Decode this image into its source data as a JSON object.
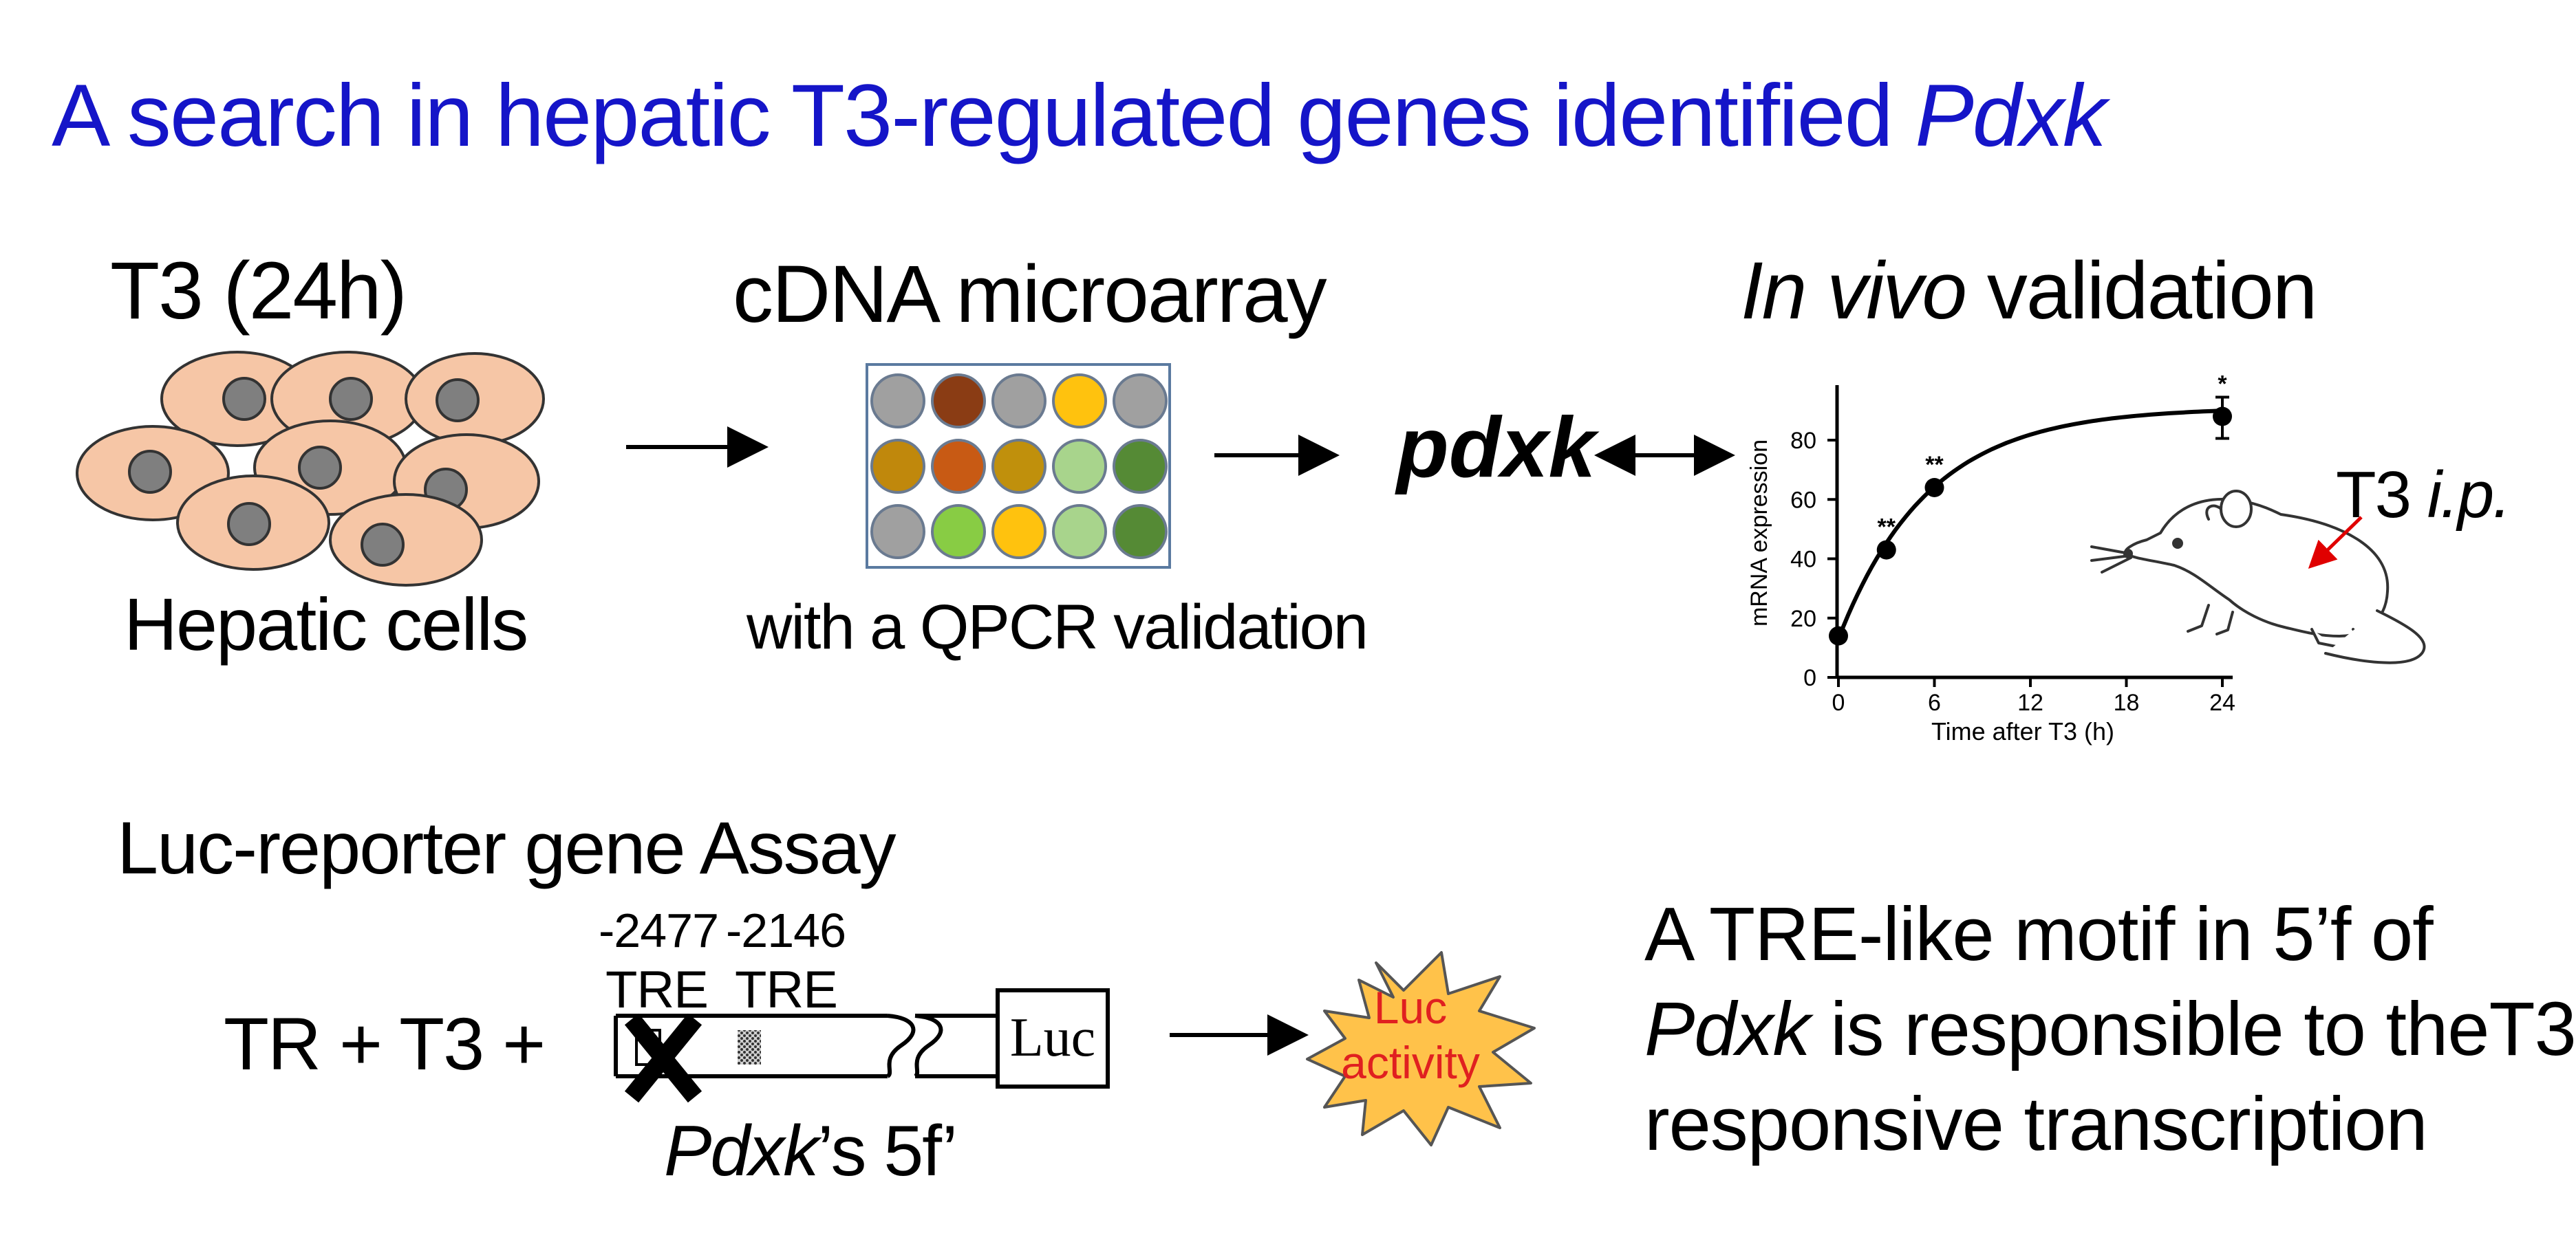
{
  "title": {
    "main": "A search in hepatic T3-regulated genes identified ",
    "gene": "Pdxk"
  },
  "steps": {
    "treatment": "T3 (24h)",
    "cells_label": "Hepatic cells",
    "microarray": "cDNA microarray",
    "qpcr": "with a QPCR validation",
    "gene": "pdxk",
    "invivo_italic": "In vivo",
    "invivo_rest": " validation"
  },
  "array_colors": [
    [
      "#a0a0a0",
      "#8a3c14",
      "#a0a0a0",
      "#ffc20e",
      "#a0a0a0"
    ],
    [
      "#c0880c",
      "#c85a14",
      "#c0900c",
      "#a8d48c",
      "#558a35"
    ],
    [
      "#a0a0a0",
      "#88cc44",
      "#ffc20e",
      "#a8d48c",
      "#558a35"
    ]
  ],
  "chart_data": {
    "type": "line",
    "xlabel": "Time after T3 (h)",
    "ylabel": "mRNA expression",
    "xlim": [
      0,
      24
    ],
    "ylim": [
      0,
      80
    ],
    "xticks": [
      "0",
      "6",
      "12",
      "18",
      "24"
    ],
    "yticks": [
      "0",
      "20",
      "40",
      "60",
      "80"
    ],
    "points": [
      {
        "x": 0,
        "y": 14,
        "label": ""
      },
      {
        "x": 3,
        "y": 43,
        "label": "**"
      },
      {
        "x": 6,
        "y": 64,
        "label": "**"
      },
      {
        "x": 24,
        "y": 88,
        "label": "*"
      }
    ]
  },
  "mouse_label": {
    "plain": "T3 ",
    "italic": "i.p."
  },
  "assay": {
    "heading": "Luc-reporter gene Assay",
    "equation": "TR + T3 +",
    "pos1": "-2477",
    "pos2": "-2146",
    "tre1": "TRE",
    "tre2": "TRE",
    "luc_box": "Luc",
    "promoter_gene": "Pdxk",
    "promoter_suffix": "’s 5f’",
    "burst_line1": "Luc",
    "burst_line2": "activity"
  },
  "conclusion": {
    "line1": "A TRE-like motif in 5’f of",
    "line2_italic": "Pdxk",
    "line2_rest": " is responsible to theT3",
    "line3": "responsive transcription"
  },
  "colors": {
    "title": "#1515c8",
    "cell": "#f6c6a6",
    "nucleus": "#7f7f7f",
    "burst": "#ffc24a",
    "burst_text": "#e02020",
    "arrow_red": "#e00000"
  }
}
